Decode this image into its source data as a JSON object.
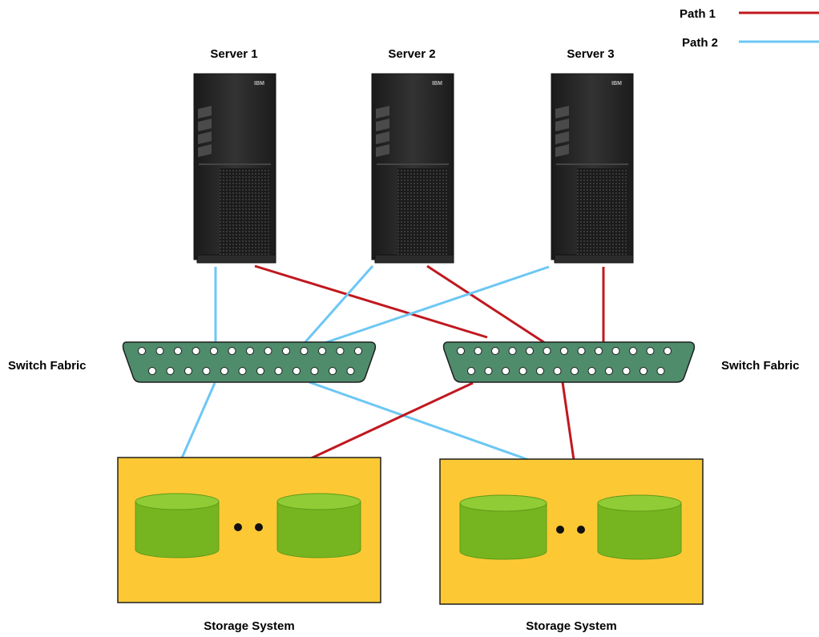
{
  "legend": {
    "items": [
      {
        "label": "Path 1",
        "color": "#c0181f"
      },
      {
        "label": "Path 2",
        "color": "#6cc7f5"
      }
    ]
  },
  "servers": [
    {
      "label": "Server 1",
      "logo": "IBM"
    },
    {
      "label": "Server 2",
      "logo": "IBM"
    },
    {
      "label": "Server 3",
      "logo": "IBM"
    }
  ],
  "switches": [
    {
      "label": "Switch Fabric"
    },
    {
      "label": "Switch Fabric"
    }
  ],
  "storage": [
    {
      "label": "Storage System"
    },
    {
      "label": "Storage System"
    }
  ],
  "colors": {
    "path1": "#c0181f",
    "path2": "#6cc7f5",
    "switch_fill": "#4f8c6b",
    "storage_fill": "#fcc935",
    "disk_fill": "#76b51f",
    "server_body": "#262626"
  }
}
